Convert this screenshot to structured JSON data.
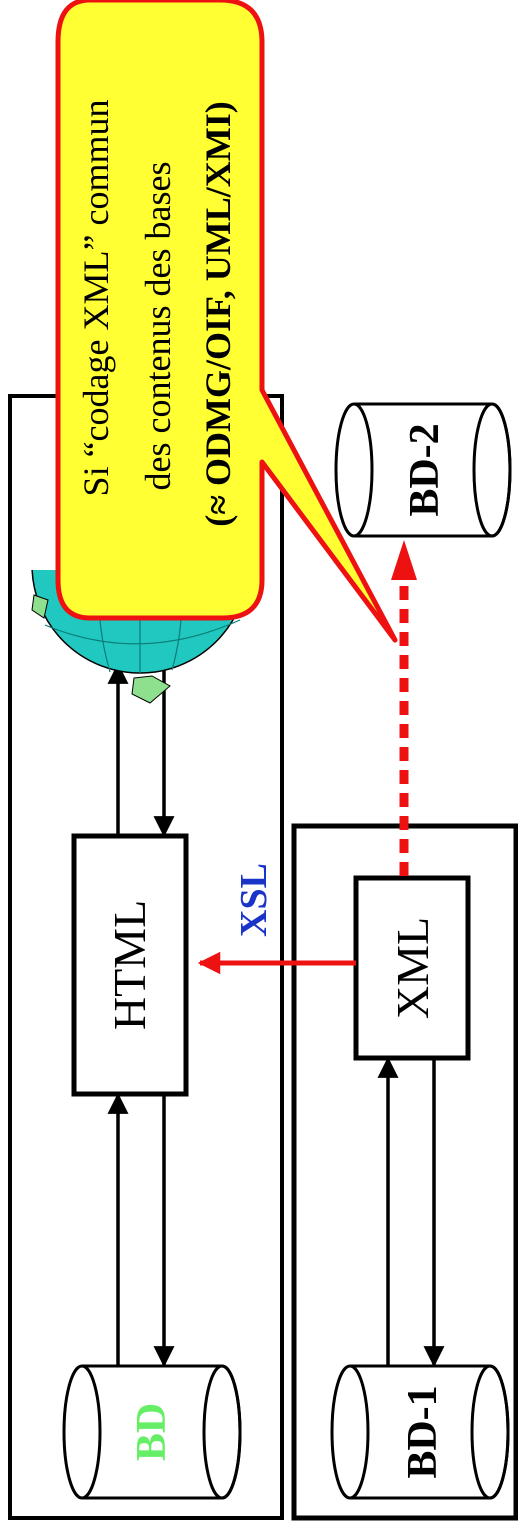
{
  "diagram": {
    "left_panel": {
      "db_label": "BD",
      "html_label": "HTML"
    },
    "right_panel": {
      "db1_label": "BD-1",
      "xml_label": "XML"
    },
    "external_db_label": "BD-2",
    "transform_label": "XSL",
    "callout": {
      "line1": "Si “codage XML” commun",
      "line2": "des contenus des bases",
      "line3": "(≈ ODMG/OIF, UML/XMI)"
    },
    "colors": {
      "bd_text": "#66ee66",
      "xsl_text": "#1a34c8",
      "arrow_red": "#ee1111",
      "callout_fill": "#ffff33",
      "callout_border": "#ee1111",
      "globe": "#20c8c0",
      "land": "#8ee08e"
    },
    "icons": [
      "globe-icon"
    ]
  }
}
